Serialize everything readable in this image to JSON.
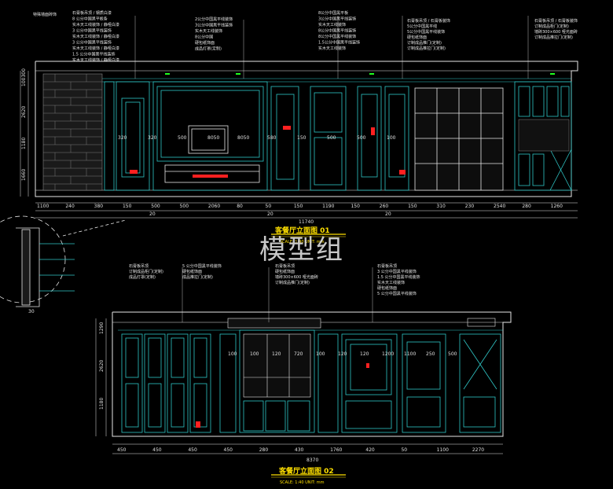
{
  "watermark": "模型组",
  "colors": {
    "background": "#000000",
    "cyan": "#2fc6c6",
    "white": "#e6e6e6",
    "red": "#ff2020",
    "yellow": "#ffe000",
    "green": "#20ff20"
  },
  "elevation1": {
    "title": "客餐厅立面图 01",
    "scale": "SCALE: 1:40   UNIT: mm",
    "left_notes": [
      "特殊墙面砖饰"
    ],
    "notes_a": [
      "石膏板吊顶 / 钢质白漆",
      "8 公分中国黑平板条",
      "实木天工线装饰 / 静哑白漆",
      "3 公分中国黑平线装饰",
      "实木天工线装饰 / 静哑白漆",
      "3 公分中国黑平线装饰",
      "实木天工线装饰 / 静哑白漆",
      "1.5 公分中国黑平线装饰",
      "实木天工线装饰 / 静哑白漆"
    ],
    "notes_b": [
      "2公分中国黑平线装饰",
      "3公分中国黑平线装饰",
      "实木天工线装饰",
      "8公分中国",
      "硬包纸饰面",
      "成品灯罩(定制)"
    ],
    "notes_c": [
      "8公分中国黑平板",
      "3公分中国黑平线装饰",
      "实木天工线装饰",
      "8公分中国黑平线装饰",
      "8公分中国黑平线装饰",
      "1.5公分中国黑平线装饰",
      "实木天工线装饰"
    ],
    "notes_d": [
      "石膏板吊顶 / 石膏板装饰",
      "5公分中国黑平线",
      "5公分中国黑平线装饰",
      "硬包纸饰面",
      "订制成品推门(定制)",
      "订制成品推拉门(定制)"
    ],
    "notes_e": [
      "石膏板吊顶 / 石膏板装饰",
      "订制成品柜门(定制)",
      "墙砖300×600 哑光面砖",
      "订制成品推拉门(定制)"
    ],
    "vdims_left": [
      "100300",
      "2620",
      "1180",
      "1660"
    ],
    "vdims_inner": [
      "320",
      "320",
      "500",
      "8050",
      "8050",
      "580",
      "150",
      "500",
      "500",
      "100"
    ],
    "hdims": [
      "1100",
      "240",
      "380",
      "150",
      "500",
      "500",
      "2060",
      "80",
      "50",
      "150",
      "1190",
      "150",
      "260",
      "150",
      "310",
      "230",
      "2540",
      "280",
      "1260"
    ],
    "sub_dims": [
      "20",
      "20",
      "20"
    ],
    "total": "11740"
  },
  "detail": {
    "dim": "30"
  },
  "elevation2": {
    "title": "客餐厅立面图 02",
    "scale": "SCALE: 1:40   UNIT: mm",
    "notes_a": [
      "石膏板吊顶",
      "订制成品柜门(定制)",
      "成品灯罩(定制)"
    ],
    "notes_b": [
      "5 公分中国黑平线装饰",
      "硬包纸饰面",
      "成品推拉门(定制)"
    ],
    "notes_c": [
      "石膏板吊顶",
      "硬包纸饰面",
      "墙砖300×600 哑光面砖",
      "订制成品推门(定制)"
    ],
    "notes_d": [
      "石膏板吊顶",
      "3 公分中国黑平线装饰",
      "1.5 公分中国黑平线装饰",
      "实木天工线装饰",
      "硬包纸饰面",
      "5 公分中国黑平线装饰"
    ],
    "vdims_left": [
      "1290",
      "2620",
      "1180"
    ],
    "vdims_inner": [
      "100",
      "100",
      "120",
      "720",
      "100",
      "120",
      "120",
      "1200",
      "1100",
      "250",
      "500"
    ],
    "hdims": [
      "450",
      "450",
      "450",
      "450",
      "280",
      "430",
      "1760",
      "420",
      "50",
      "1100",
      "2270"
    ],
    "total": "8370"
  }
}
